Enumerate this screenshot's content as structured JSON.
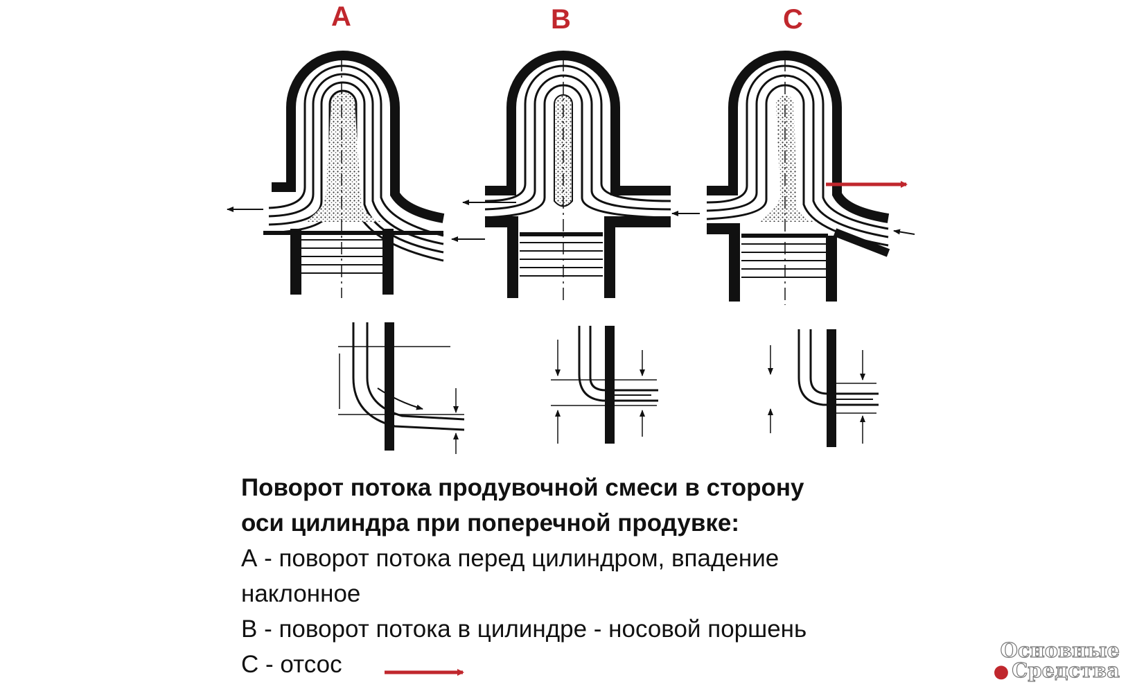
{
  "labels": {
    "a": "A",
    "b": "B",
    "c": "C"
  },
  "caption": {
    "title_line1": "Поворот потока продувочной смеси в сторону",
    "title_line2": "оси цилиндра при поперечной продувке:",
    "a_line1": "А - поворот потока перед цилиндром, впадение",
    "a_line2": "наклонное",
    "b_line": "В - поворот потока в цилиндре - носовой поршень",
    "c_line": "С - отсос"
  },
  "watermark": {
    "line1": "Основные",
    "line2": "Средства"
  },
  "colors": {
    "accent_red": "#c0272d",
    "ink": "#111111"
  }
}
